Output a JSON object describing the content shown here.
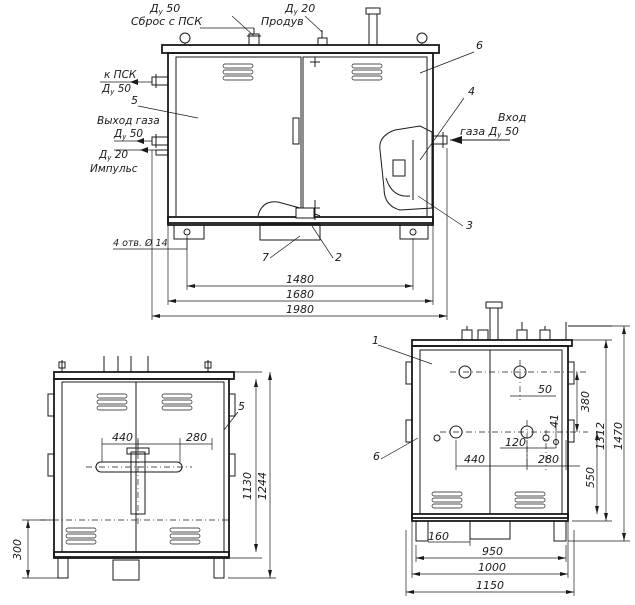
{
  "front_view": {
    "label_du50_top": "Д",
    "label_du50_top_sub": "у",
    "label_du50_top_val": " 50",
    "label_sbros": "Сброс с ПСК",
    "label_du20_top": "Д",
    "label_du20_top_sub": "у",
    "label_du20_top_val": " 20",
    "label_produv": "Продув",
    "label_k_psk": "к ПСК",
    "label_du50_left": "Д",
    "label_du50_left_sub": "у",
    "label_du50_left_val": " 50",
    "label_vyhod": "Выход газа",
    "label_du50_vyhod": "Д",
    "label_du50_vyhod_sub": "у",
    "label_du50_vyhod_val": " 50",
    "label_du20_imp": "Д",
    "label_du20_imp_sub": "у",
    "label_du20_imp_val": " 20",
    "label_impuls": "Импульс",
    "label_vhod": "Вход",
    "label_vhod2": "газа Д",
    "label_vhod2_sub": "у",
    "label_vhod2_val": " 50",
    "label_holes": "4 отв. Ø 14",
    "callouts": [
      "6",
      "4",
      "5",
      "3",
      "7",
      "2"
    ],
    "dims": [
      "1480",
      "1680",
      "1980"
    ]
  },
  "side_view": {
    "callout": "5",
    "dims": [
      "440",
      "280",
      "1130",
      "1244",
      "300"
    ]
  },
  "right_view": {
    "callouts": [
      "1",
      "6"
    ],
    "dims": [
      "50",
      "380",
      "41",
      "120",
      "1312",
      "1470",
      "440",
      "280",
      "550",
      "160",
      "950",
      "1000",
      "1150"
    ]
  }
}
